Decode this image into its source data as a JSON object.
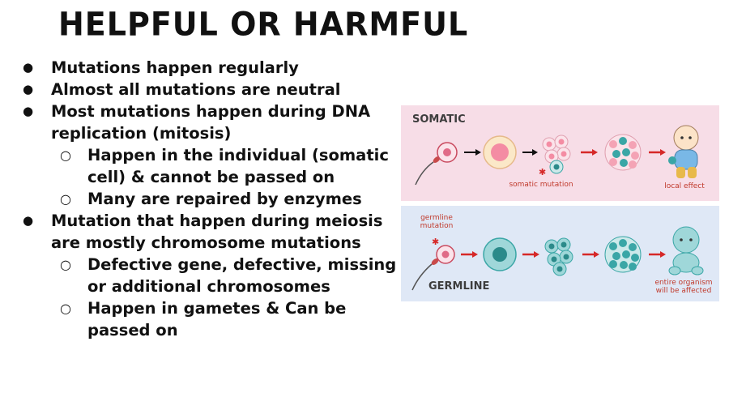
{
  "slide": {
    "title": "Helpful or Harmful",
    "bullets": [
      {
        "level": 1,
        "marker": "●",
        "text": "Mutations happen regularly"
      },
      {
        "level": 1,
        "marker": "●",
        "text": "Almost all mutations are neutral"
      },
      {
        "level": 1,
        "marker": "●",
        "text": "Most mutations happen during DNA replication (mitosis)"
      },
      {
        "level": 2,
        "marker": "○",
        "text": "Happen in the individual (somatic cell) & cannot be passed on"
      },
      {
        "level": 2,
        "marker": "○",
        "text": "Many are repaired by enzymes"
      },
      {
        "level": 1,
        "marker": "●",
        "text": "Mutation that happen during meiosis are mostly chromosome mutations"
      },
      {
        "level": 2,
        "marker": "○",
        "text": "Defective gene, defective, missing or additional chromosomes"
      },
      {
        "level": 2,
        "marker": "○",
        "text": "Happen in gametes  & Can be passed on"
      }
    ]
  },
  "figure": {
    "somatic": {
      "label": "SOMATIC",
      "mutation_label": "somatic mutation",
      "effect_label": "local effect"
    },
    "germline": {
      "label": "GERMLINE",
      "mutation_label": "germline mutation",
      "effect_label": "entire organism will be affected"
    },
    "colors": {
      "somatic_bg": "#f7dde7",
      "germline_bg": "#dfe8f6",
      "pink_cell": "#f4a3b5",
      "teal_cell": "#3aa6a6",
      "arrow_red": "#d62828"
    }
  }
}
